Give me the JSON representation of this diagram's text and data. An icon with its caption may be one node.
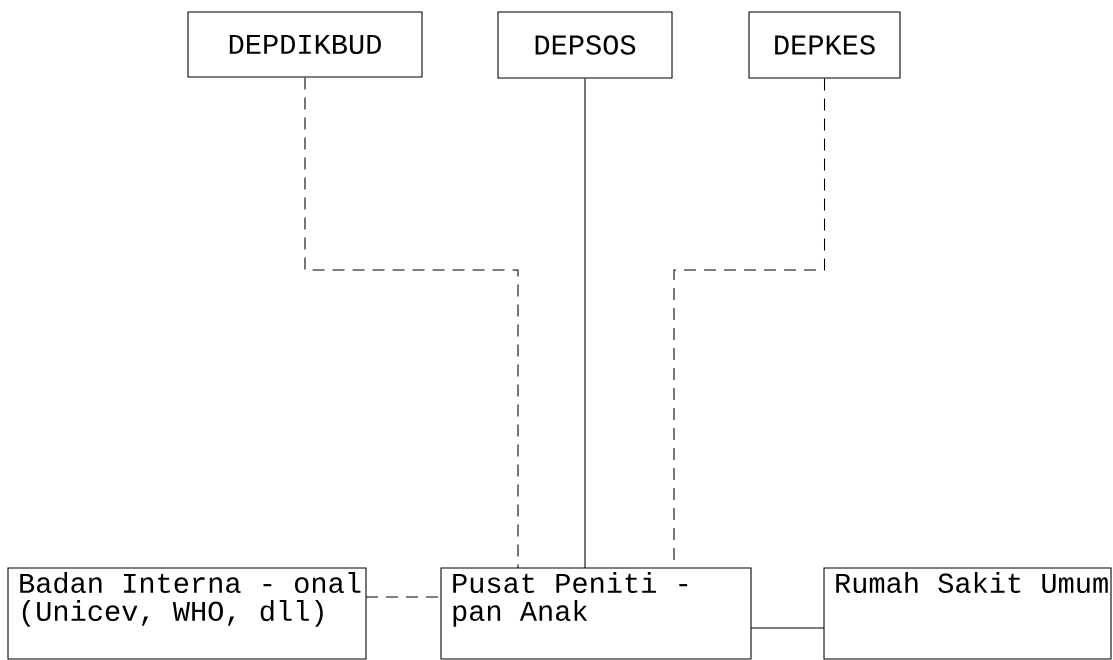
{
  "diagram": {
    "nodes": [
      {
        "text": [
          "DEPDIKBUD"
        ]
      },
      {
        "text": [
          "DEPSOS"
        ]
      },
      {
        "text": [
          "DEPKES"
        ]
      },
      {
        "text": [
          "Badan Interna - onal (Unicev, WHO, dll)"
        ]
      },
      {
        "text": [
          "Pusat Peniti - pan Anak"
        ]
      },
      {
        "text": [
          "Rumah Sakit Umum"
        ]
      }
    ],
    "edges": [
      {
        "from": 0,
        "to": 4,
        "arrow": "none",
        "style": "dashed"
      },
      {
        "from": 1,
        "to": 4,
        "arrow": "none"
      },
      {
        "from": 2,
        "to": 4,
        "arrow": "none",
        "style": "dashed"
      },
      {
        "from": 3,
        "to": 4,
        "arrow": "none",
        "style": "dashed"
      },
      {
        "from": 4,
        "to": 5,
        "arrow": "none"
      }
    ]
  }
}
